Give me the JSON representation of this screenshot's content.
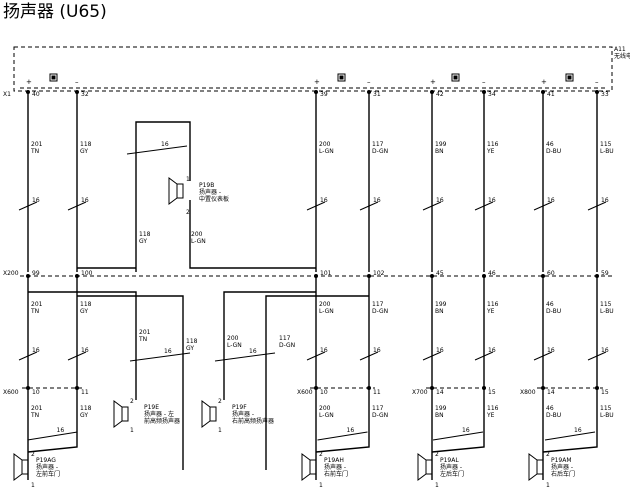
{
  "title": "扬声器 (U65)",
  "module": {
    "code": "A11",
    "name": "无线电"
  },
  "connectors": {
    "x1": "X1",
    "x200": "X200",
    "x600a": "X600",
    "x600b": "X600",
    "x700": "X700",
    "x800": "X800"
  },
  "polarity": {
    "plus": "+",
    "minus": "–"
  },
  "pins": {
    "x1": [
      "40",
      "32",
      "39",
      "31",
      "42",
      "34",
      "41",
      "33"
    ],
    "x200": [
      "99",
      "100",
      "101",
      "102",
      "45",
      "46",
      "60",
      "59"
    ],
    "x600a": [
      "10",
      "11"
    ],
    "x600b": [
      "10",
      "11"
    ],
    "x700": [
      "14",
      "15"
    ],
    "x800": [
      "14",
      "15"
    ]
  },
  "wire_labels": [
    {
      "circuit": "201",
      "color": "TN"
    },
    {
      "circuit": "118",
      "color": "GY"
    },
    {
      "circuit": "200",
      "color": "L-GN"
    },
    {
      "circuit": "117",
      "color": "D-GN"
    },
    {
      "circuit": "199",
      "color": "BN"
    },
    {
      "circuit": "116",
      "color": "YE"
    },
    {
      "circuit": "46",
      "color": "D-BU"
    },
    {
      "circuit": "115",
      "color": "L-BU"
    }
  ],
  "gauge": "16",
  "speakers": [
    {
      "id": "P19B",
      "name": "扬声器 - 中置仪表板"
    },
    {
      "id": "P19E",
      "name": "扬声器 - 左前高频扬声器"
    },
    {
      "id": "P19F",
      "name": "扬声器 - 右前高频扬声器"
    },
    {
      "id": "P19AG",
      "name": "扬声器 - 左前车门"
    },
    {
      "id": "P19AH",
      "name": "扬声器 - 右前车门"
    },
    {
      "id": "P19AL",
      "name": "扬声器 - 左后车门"
    },
    {
      "id": "P19AM",
      "name": "扬声器 - 右后车门"
    }
  ],
  "speaker_pins": [
    "1",
    "2"
  ]
}
